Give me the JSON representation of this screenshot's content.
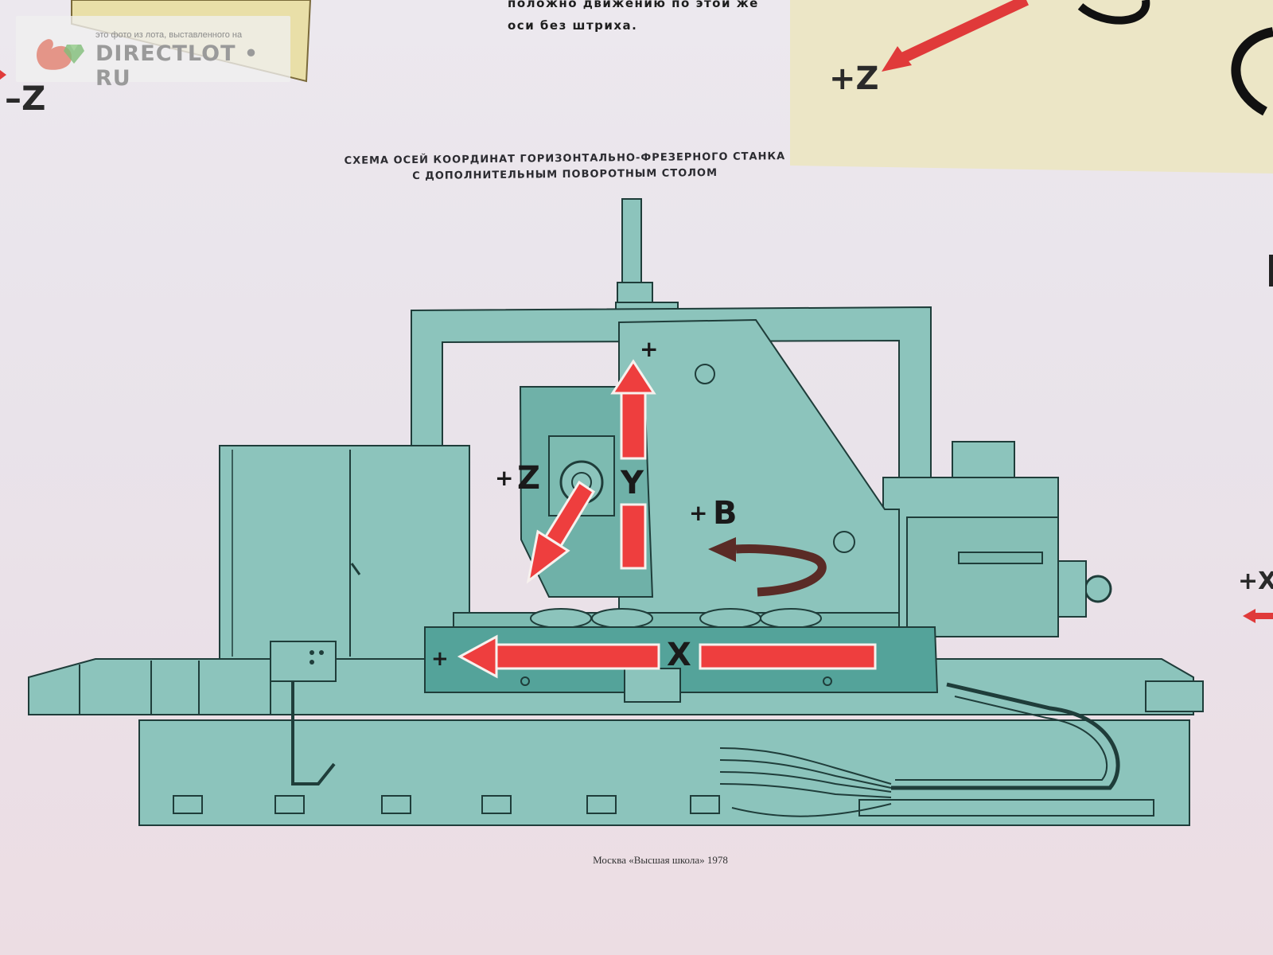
{
  "watermark": {
    "caption": "это фото из лота, выставленного на",
    "brand": "DIRECTLOT • RU"
  },
  "top_note": {
    "line1": "положно движению по этой же",
    "line2": "оси без штриха."
  },
  "diagram": {
    "title_line1": "СХЕМА ОСЕЙ КООРДИНАТ ГОРИЗОНТАЛЬНО-ФРЕЗЕРНОГО СТАНКА",
    "title_line2": "С ДОПОЛНИТЕЛЬНЫМ ПОВОРОТНЫМ СТОЛОМ",
    "axis_labels": {
      "z": "Z",
      "z_sign": "+",
      "y": "Y",
      "y_sign": "+",
      "b": "B",
      "b_sign": "+",
      "x": "X",
      "x_sign": "+"
    },
    "colors": {
      "machine": "#8cc4bc",
      "machine_dark": "#6fb1a8",
      "outline": "#1f3d3a",
      "arrow_red": "#ee3e3e",
      "arrow_rotation": "#5a2b26",
      "panel_yellow": "#efe9c4"
    }
  },
  "edge_labels": {
    "left": "–Z",
    "top_right": "+Z",
    "right": "+X"
  },
  "footer": "Москва «Высшая школа» 1978"
}
